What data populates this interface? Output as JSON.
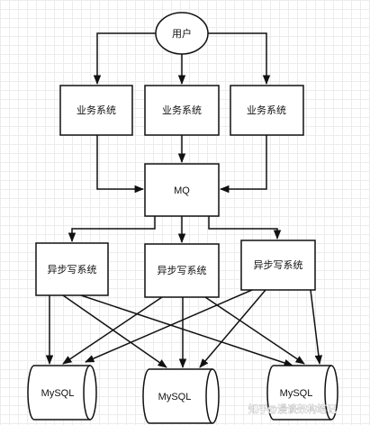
{
  "user": "用户",
  "business_systems": [
    "业务系统",
    "业务系统",
    "业务系统"
  ],
  "mq": "MQ",
  "async_write_systems": [
    "异步写系统",
    "异步写系统",
    "异步写系统"
  ],
  "databases": [
    "MySQL",
    "MySQL",
    "MySQL"
  ],
  "watermark": {
    "platform": "知乎",
    "author": "@漫谈架构笔记"
  }
}
